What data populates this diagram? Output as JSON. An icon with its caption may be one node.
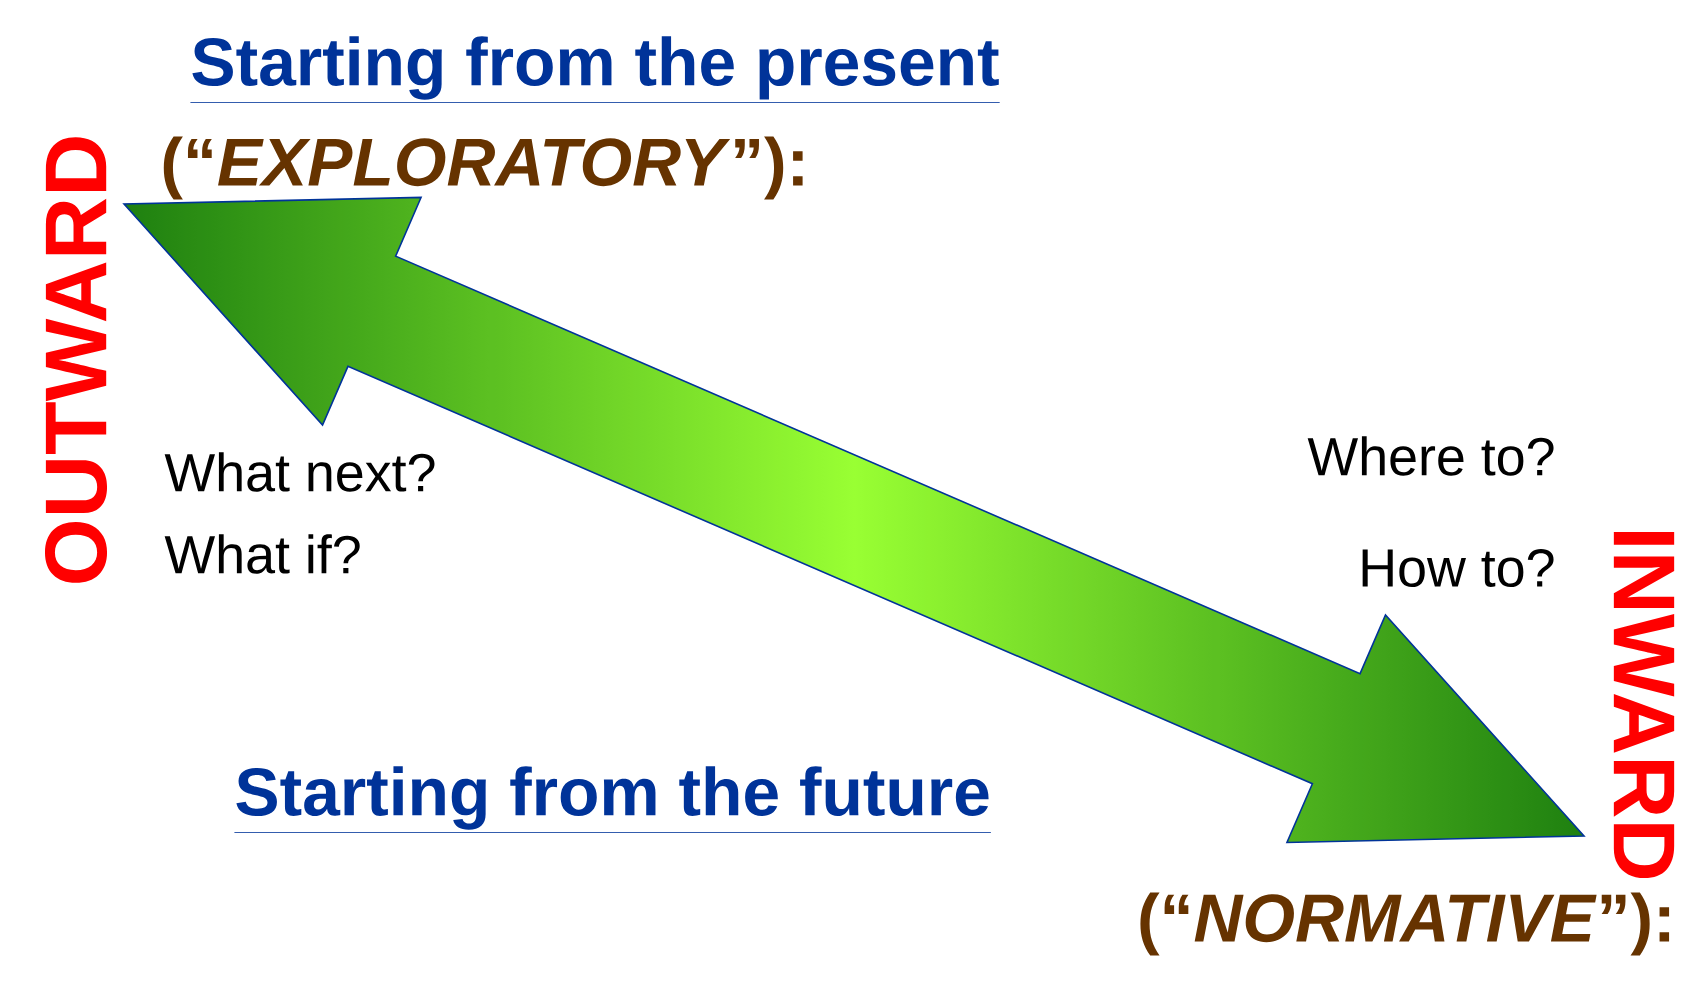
{
  "diagram": {
    "labels": [
      "Starting from the present",
      "(“*EXPLORATORY*”):",
      "What next?",
      "What if?",
      "Where to?",
      "How to?",
      "Starting from the future",
      "(“*NORMATIVE*”):",
      "OUTWARD",
      "INWARD"
    ]
  }
}
